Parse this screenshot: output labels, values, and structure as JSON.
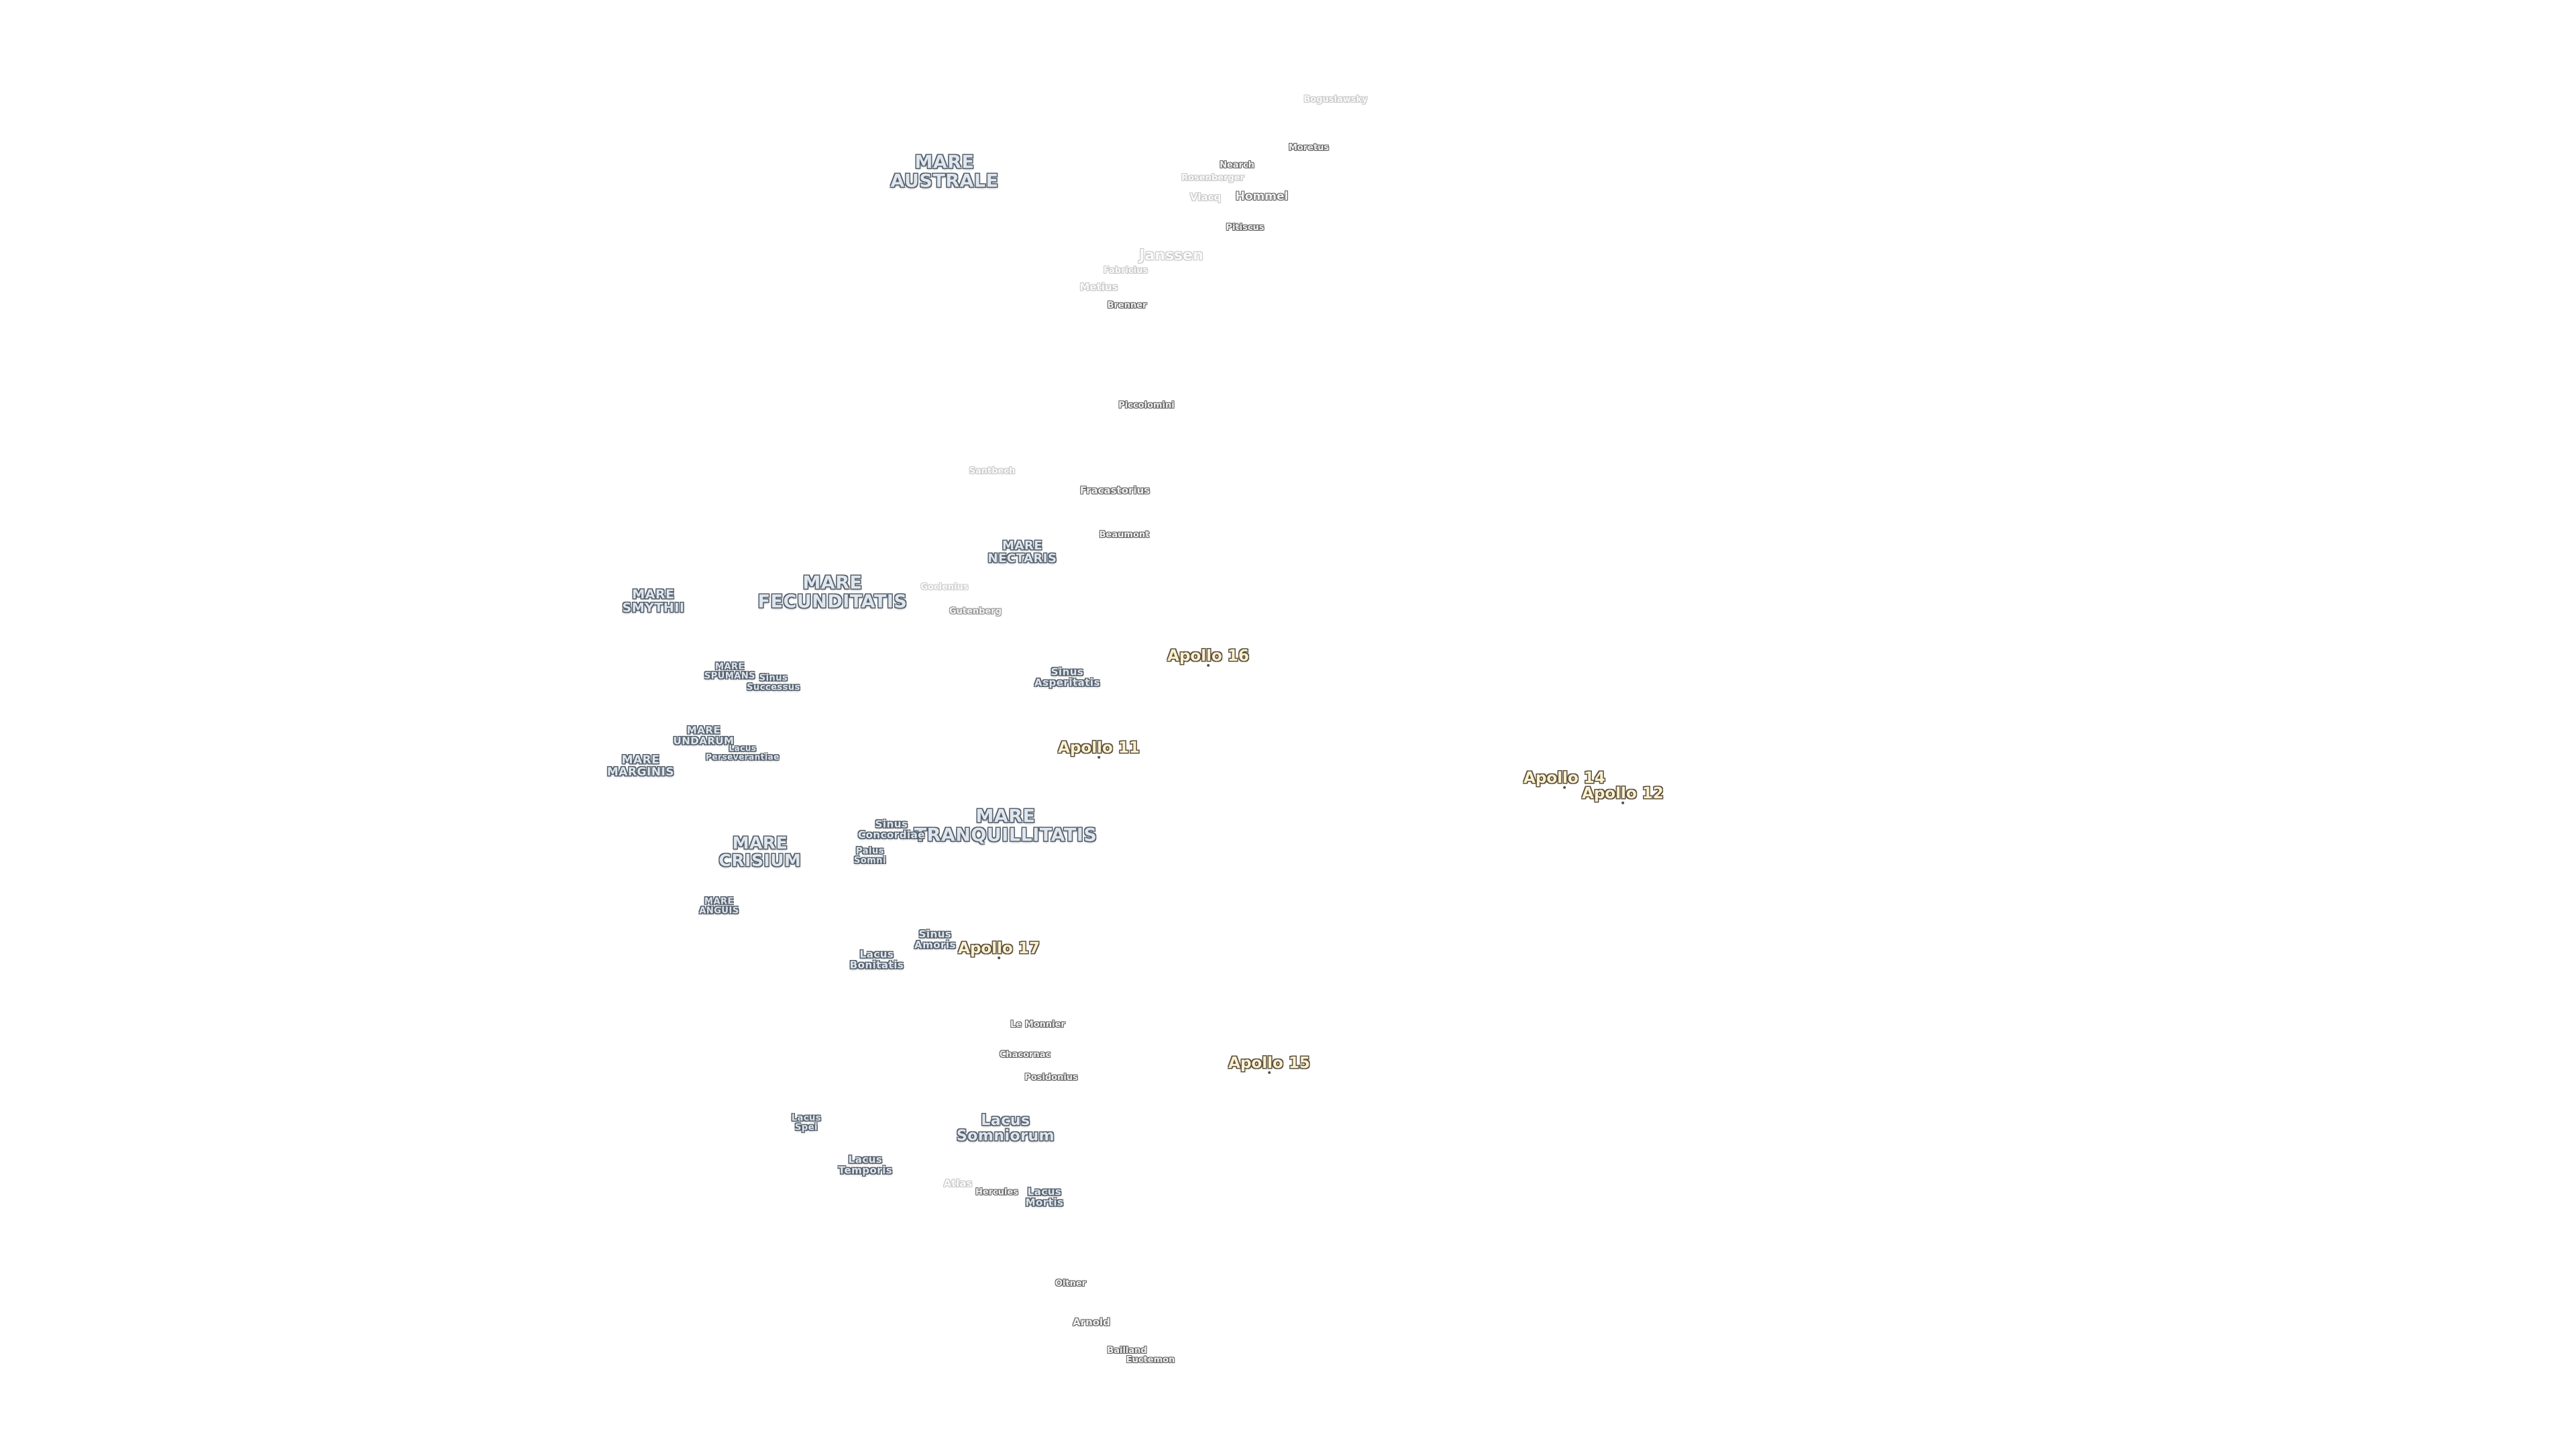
{
  "maria": {
    "australe": "MARE\nAUSTRALE",
    "nectaris": "MARE\nNECTARIS",
    "fecunditatis": "MARE\nFECUNDITATIS",
    "smythii": "MARE\nSMYTHII",
    "spumans": "MARE\nSPUMANS",
    "undarum": "MARE\nUNDARUM",
    "marginis": "MARE\nMARGINIS",
    "crisium": "MARE\nCRISIUM",
    "tranquillitatis": "MARE\nTRANQUILLITATIS",
    "anguis": "MARE\nANGUIS"
  },
  "sinus_lacus": {
    "sinus_successus": "Sinus\nSuccessus",
    "sinus_asperitatis": "Sinus\nAsperitatis",
    "lacus_perseverantiae": "Lacus\nPerseverantiae",
    "sinus_concordiae": "Sinus\nConcordiae",
    "palus_somni": "Palus\nSomni",
    "sinus_amoris": "Sinus\nAmoris",
    "lacus_bonitatis": "Lacus\nBonitatis",
    "lacus_somniorum": "Lacus\nSomniorum",
    "lacus_spei": "Lacus\nSpei",
    "lacus_temporis": "Lacus\nTemporis",
    "lacus_mortis": "Lacus\nMortis"
  },
  "craters": {
    "boguslawsky": "Boguslawsky",
    "moretus": "Moretus",
    "nearch": "Nearch",
    "rosenberger": "Rosenberger",
    "vlacq": "Vlacq",
    "hommel": "Hommel",
    "pitiscus": "Pitiscus",
    "janssen": "Janssen",
    "fabricius": "Fabricius",
    "metius": "Metius",
    "brenner": "Brenner",
    "piccolomini": "Piccolomini",
    "santbech": "Santbech",
    "fracastorius": "Fracastorius",
    "beaumont": "Beaumont",
    "goclenius": "Goclenius",
    "gutenberg": "Gutenberg",
    "le_monnier": "Le Monnier",
    "chacornac": "Chacornac",
    "posidonius": "Posidonius",
    "hercules": "Hercules",
    "atlas": "Atlas",
    "oltner": "Oltner",
    "arnold": "Arnold",
    "bailland": "Bailland",
    "euctemon": "Euctemon"
  },
  "apollo_sites": {
    "a16": "Apollo 16",
    "a11": "Apollo 11",
    "a14": "Apollo 14",
    "a12": "Apollo 12",
    "a17": "Apollo 17",
    "a15": "Apollo 15"
  }
}
